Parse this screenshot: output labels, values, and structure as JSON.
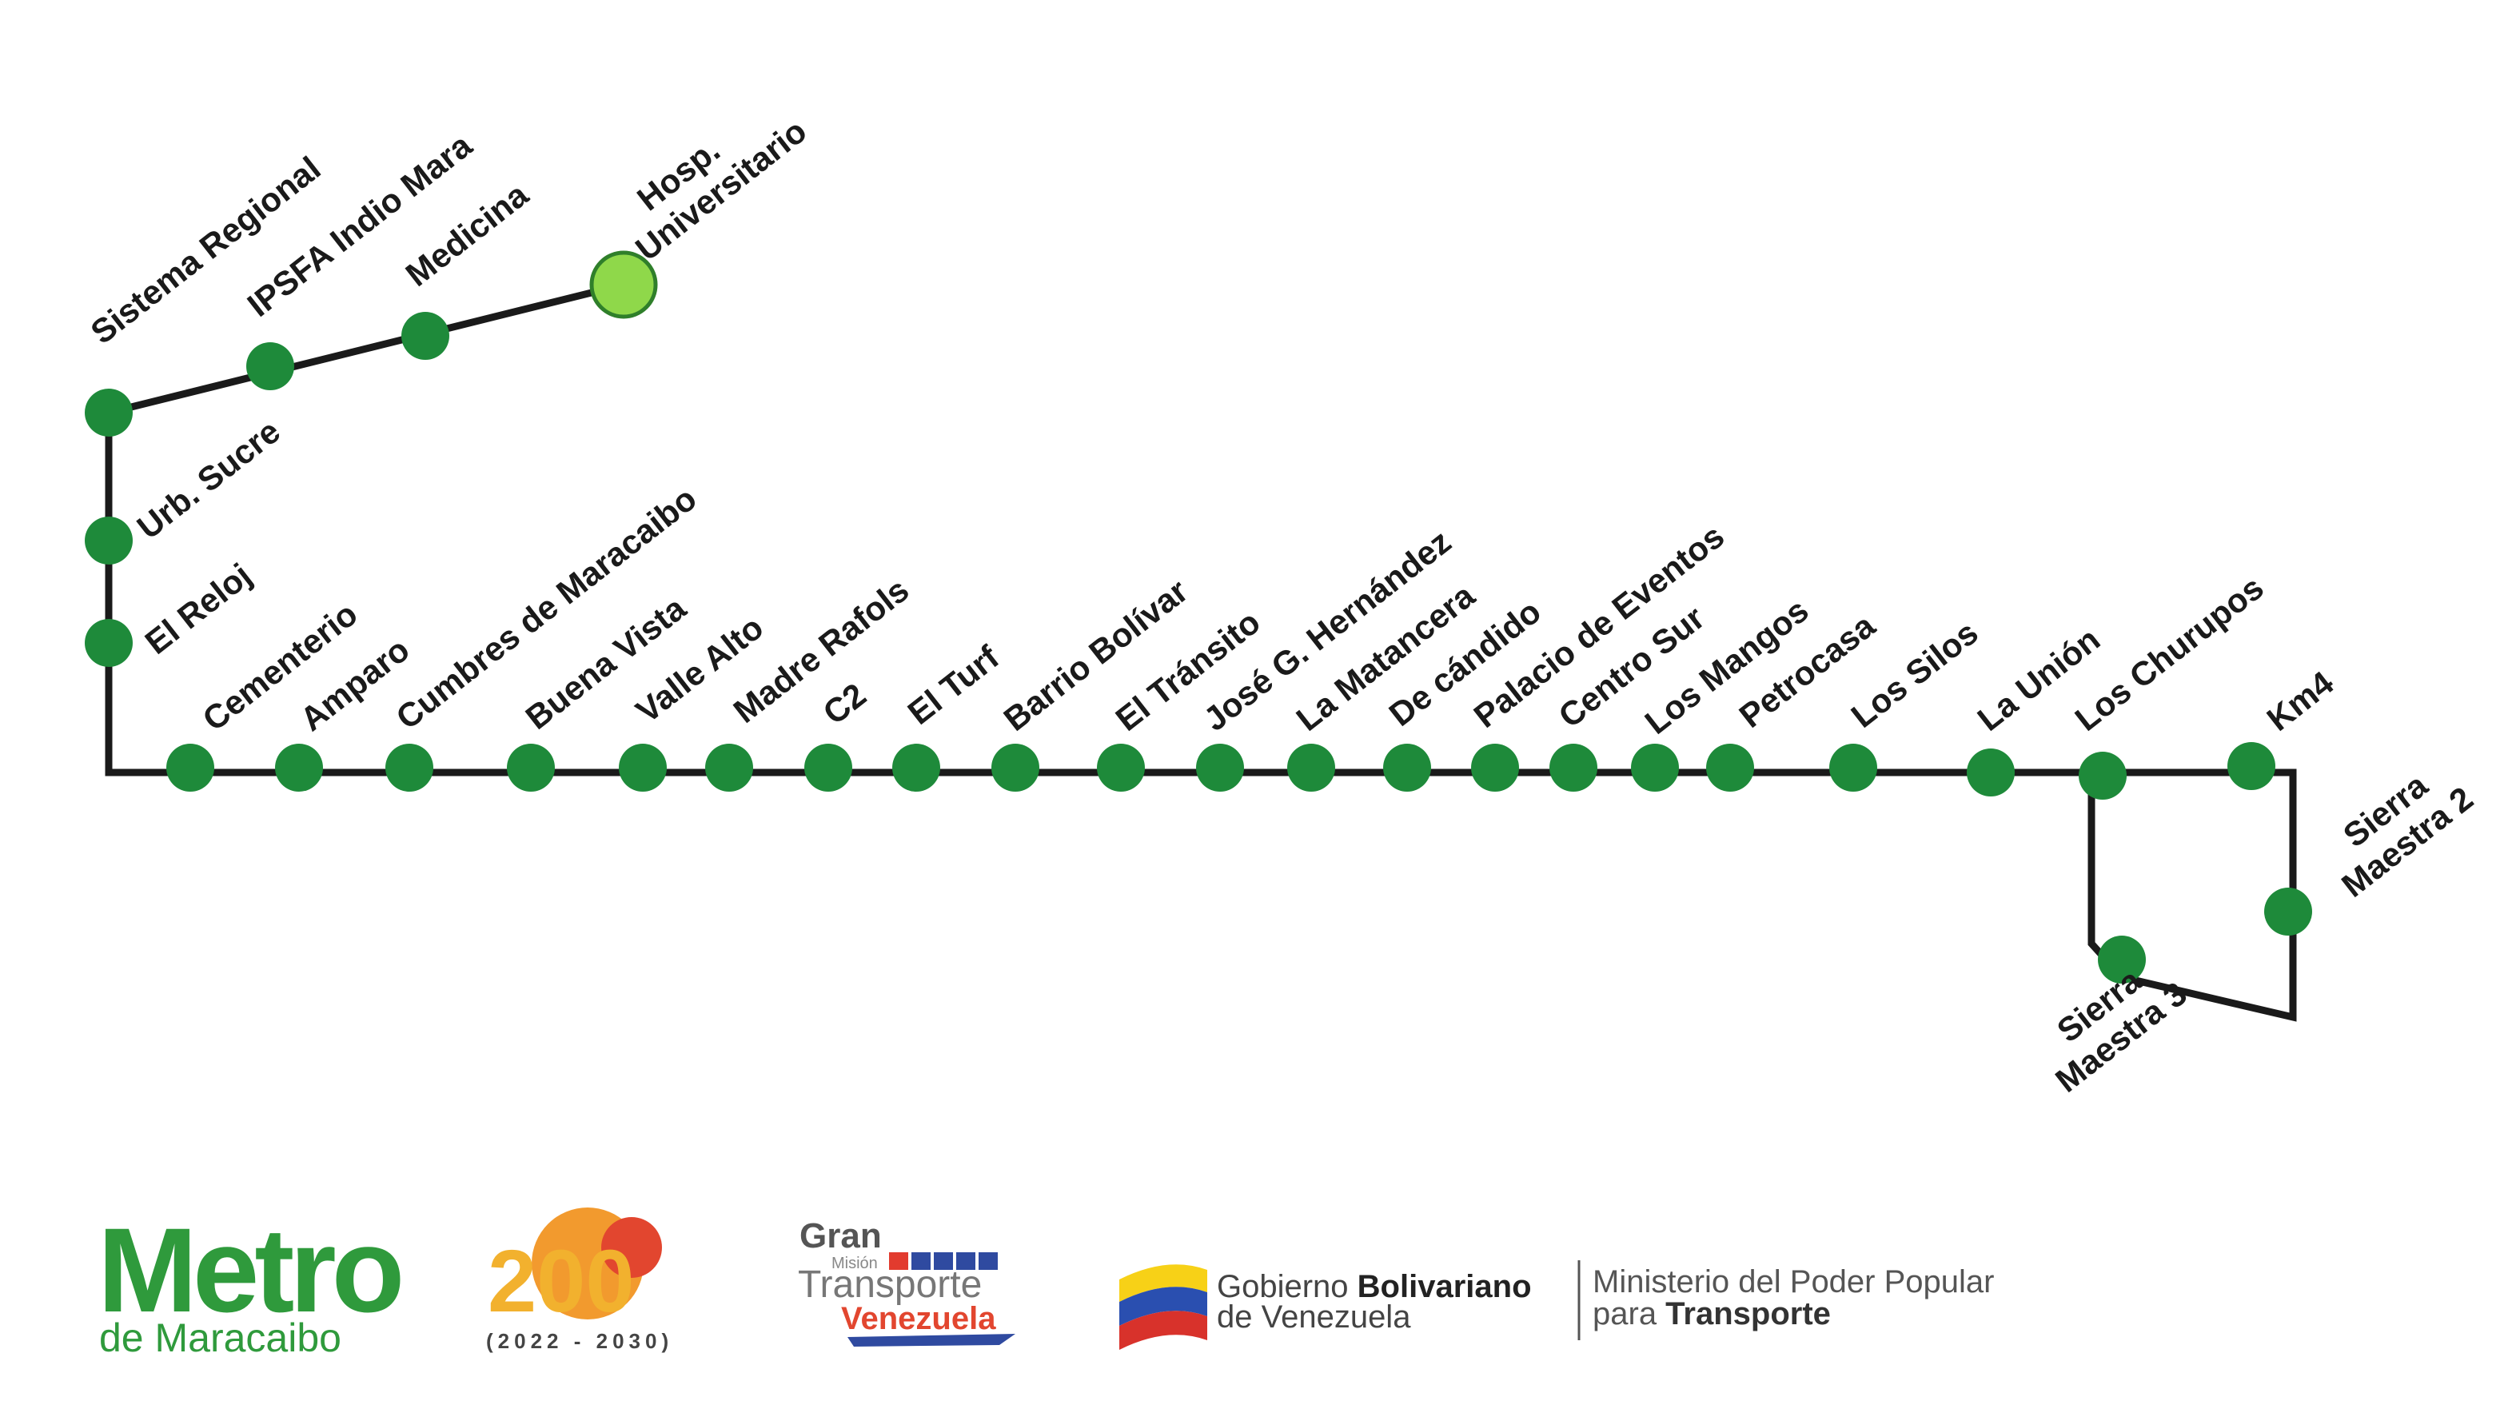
{
  "line": {
    "colors": {
      "track": "#1a1a1a",
      "station": "#1e8a3a",
      "terminal": "#8fd84a",
      "terminal_stroke": "#2f7f2a"
    }
  },
  "stations": [
    {
      "id": "hosp",
      "label": [
        "Hosp.",
        "Universitario"
      ],
      "terminal": true
    },
    {
      "id": "medicina",
      "label": [
        "Medicina"
      ]
    },
    {
      "id": "ipsfa",
      "label": [
        "IPSFA Indio Mara"
      ]
    },
    {
      "id": "sistema",
      "label": [
        "Sistema Regional"
      ]
    },
    {
      "id": "urbsucre",
      "label": [
        "Urb. Sucre"
      ]
    },
    {
      "id": "elreloj",
      "label": [
        "El Reloj"
      ]
    },
    {
      "id": "cementerio",
      "label": [
        "Cementerio"
      ]
    },
    {
      "id": "amparo",
      "label": [
        "Amparo"
      ]
    },
    {
      "id": "cumbres",
      "label": [
        "Cumbres de Maracaibo"
      ]
    },
    {
      "id": "buenavista",
      "label": [
        "Buena Vista"
      ]
    },
    {
      "id": "vallealto",
      "label": [
        "Valle Alto"
      ]
    },
    {
      "id": "madrerafols",
      "label": [
        "Madre Rafols"
      ]
    },
    {
      "id": "c2",
      "label": [
        "C2"
      ]
    },
    {
      "id": "elturf",
      "label": [
        "El Turf"
      ]
    },
    {
      "id": "barriobolivar",
      "label": [
        "Barrio Bolívar"
      ]
    },
    {
      "id": "eltransito",
      "label": [
        "El Tránsito"
      ]
    },
    {
      "id": "josehernandez",
      "label": [
        "José G. Hernández"
      ]
    },
    {
      "id": "lamatancera",
      "label": [
        "La Matancera"
      ]
    },
    {
      "id": "decandido",
      "label": [
        "De cándido"
      ]
    },
    {
      "id": "palacioeventos",
      "label": [
        "Palacio de Eventos"
      ]
    },
    {
      "id": "centrosur",
      "label": [
        "Centro Sur"
      ]
    },
    {
      "id": "losmangos",
      "label": [
        "Los Mangos"
      ]
    },
    {
      "id": "petrocasa",
      "label": [
        "Petrocasa"
      ]
    },
    {
      "id": "lossilos",
      "label": [
        "Los Silos"
      ]
    },
    {
      "id": "launion",
      "label": [
        "La Unión"
      ]
    },
    {
      "id": "loschurupos",
      "label": [
        "Los Churupos"
      ]
    },
    {
      "id": "km4",
      "label": [
        "Km4"
      ]
    },
    {
      "id": "sierra2",
      "label": [
        "Sierra",
        "Maestra 2"
      ]
    },
    {
      "id": "sierra3",
      "label": [
        "Sierra",
        "Maestra 3"
      ]
    }
  ],
  "logos": {
    "metro": {
      "title": "Metro",
      "subtitle": "de Maracaibo"
    },
    "bicentenario": {
      "number": "200",
      "years": "(2022 - 2030)"
    },
    "gran_mision": {
      "line1": "Gran",
      "line2": "Misión",
      "line3": "Transporte",
      "line4": "Venezuela"
    },
    "gobierno": {
      "line1_a": "Gobierno ",
      "line1_b": "Bolivariano",
      "line2": "de Venezuela"
    },
    "ministerio": {
      "line1": "Ministerio del Poder Popular",
      "line2_a": "para ",
      "line2_b": "Transporte"
    }
  }
}
